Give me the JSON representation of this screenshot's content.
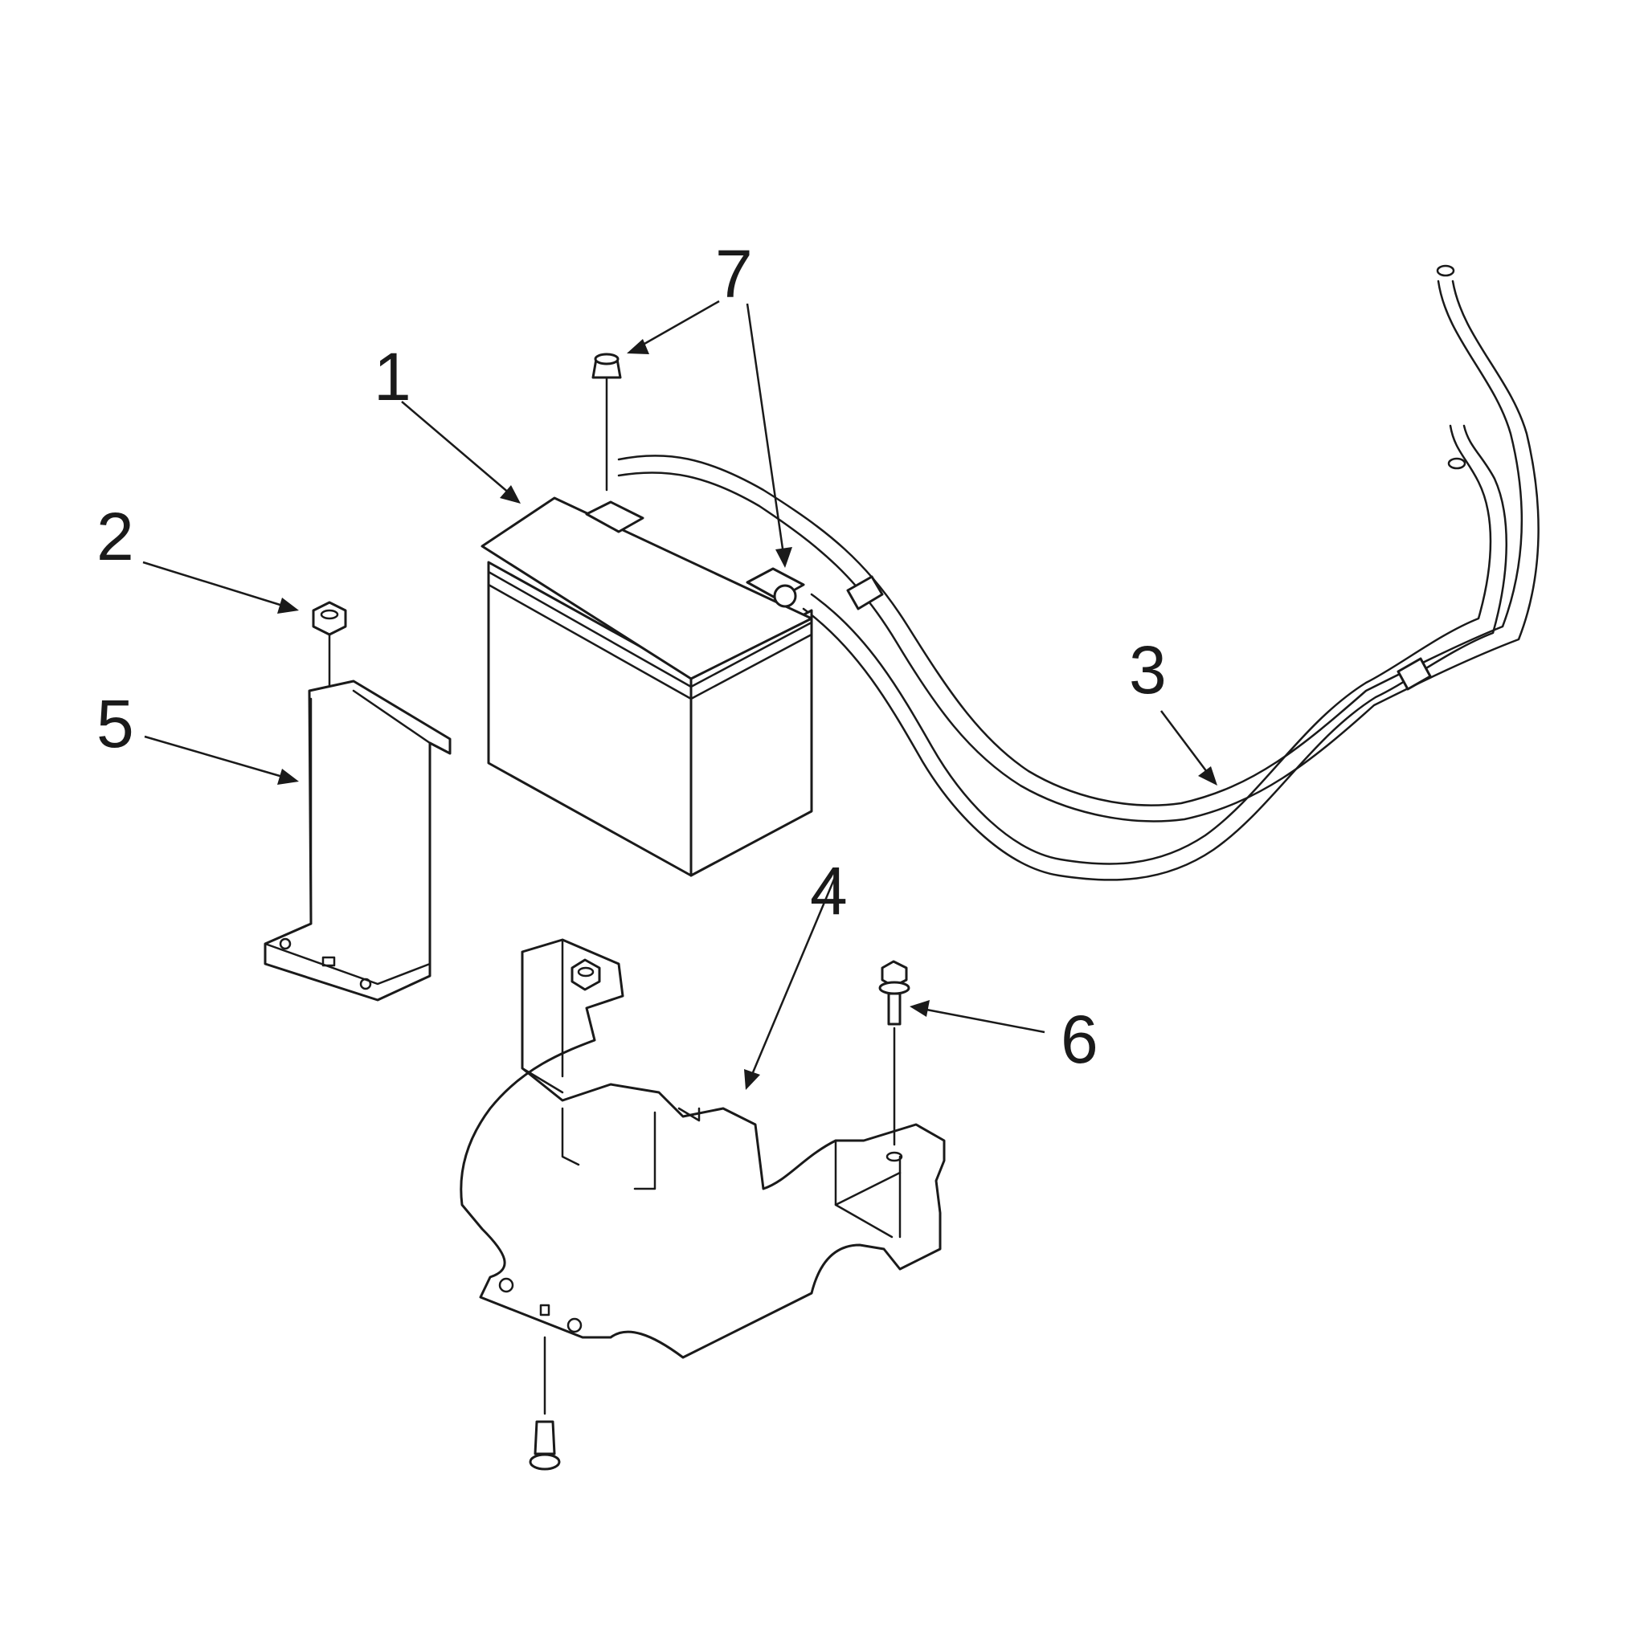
{
  "callouts": [
    "1",
    "2",
    "3",
    "4",
    "5",
    "6",
    "7"
  ],
  "colors": {
    "line": "#1a1a1a",
    "background": "#ffffff"
  }
}
